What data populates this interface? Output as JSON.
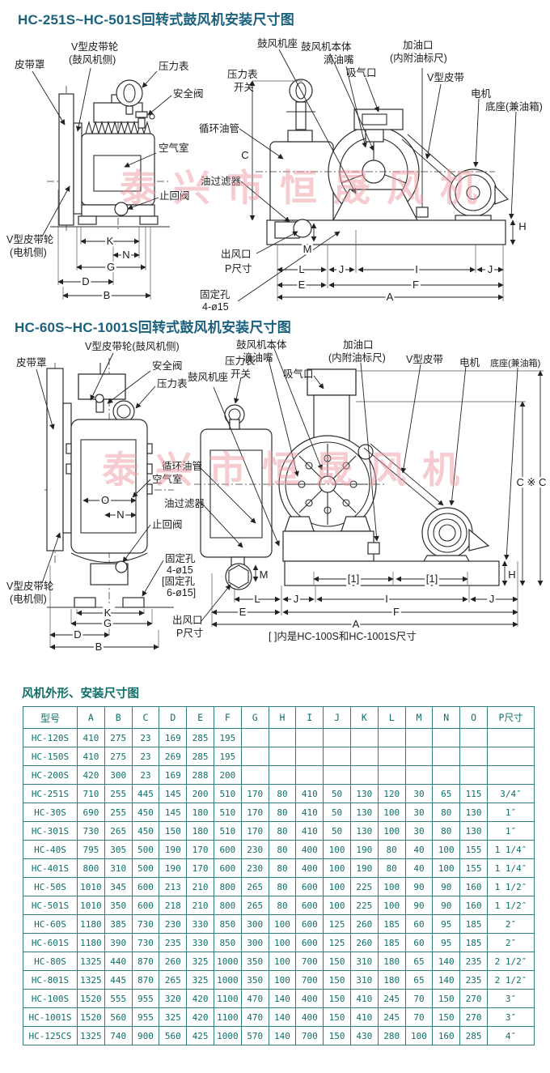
{
  "colors": {
    "title_teal": "#1a617e",
    "table_ink": "#0f6f68",
    "table_border": "#2e7d78",
    "line": "#2c2c2c",
    "watermark_pink": "#ef9aa2"
  },
  "watermark": "泰兴市恒晟风机",
  "dim_letters": {
    "A": "A",
    "B": "B",
    "C": "C",
    "D": "D",
    "E": "E",
    "F": "F",
    "G": "G",
    "H": "H",
    "I": "I",
    "J": "J",
    "K": "K",
    "L": "L",
    "M": "M",
    "N": "N",
    "O": "O"
  },
  "diagram1": {
    "title": "HC-251S~HC-501S回转式鼓风机安装尺寸图",
    "labels": {
      "belt_cover": "皮带罩",
      "v_pulley_blower": [
        "V型皮带轮",
        "(鼓风机侧)"
      ],
      "pressure_gauge": "压力表",
      "safety_valve": "安全阀",
      "air_chamber": "空气室",
      "check_valve": "止回阀",
      "v_pulley_motor": [
        "V型皮带轮",
        "(电机侧)"
      ],
      "pressure_gauge_switch": [
        "压力表",
        "开关"
      ],
      "circulating_oil_pipe": "循环油管",
      "oil_filter": "油过滤器",
      "air_outlet": [
        "出风口",
        "P尺寸"
      ],
      "fixing_holes": [
        "固定孔",
        "4-ø15"
      ],
      "blower_seat": "鼓风机座",
      "blower_body": "鼓风机本体",
      "oil_dripper": "滴油嘴",
      "suction_port": "吸气口",
      "oil_filler": [
        "加油口",
        "(内附油标尺)"
      ],
      "v_belt": "V型皮带",
      "motor": "电机",
      "base": "底座(兼油箱)"
    }
  },
  "diagram2": {
    "title": "HC-60S~HC-1001S回转式鼓风机安装尺寸图",
    "note": "[ ]内是HC-100S和HC-1001S尺寸",
    "labels": {
      "v_pulley_blower": "V型皮带轮(鼓风机侧)",
      "belt_cover": "皮带罩",
      "safety_valve": "安全阀",
      "pressure_gauge": "压力表",
      "blower_seat": "鼓风机座",
      "pressure_gauge_switch": [
        "压力表",
        "开关"
      ],
      "blower_body": "鼓风机本体",
      "oil_dripper": "滴油嘴",
      "suction_port": "吸气口",
      "oil_filler": [
        "加油口",
        "(内附油标尺)"
      ],
      "v_belt": "V型皮带",
      "motor": "电机",
      "base": "底座(兼油箱)",
      "circulating_oil_pipe": "循环油管",
      "air_chamber": "空气室",
      "check_valve": "止回阀",
      "oil_filter": "油过滤器",
      "fixing_holes": [
        "固定孔",
        "4-ø15",
        "[固定孔",
        "6-ø15]"
      ],
      "v_pulley_motor": [
        "V型皮带轮",
        "(电机侧)"
      ],
      "air_outlet": [
        "出风口",
        "P尺寸"
      ],
      "bracket_dim": "[1]",
      "c_dims": "C ※ C"
    }
  },
  "table": {
    "title": "风机外形、安装尺寸图",
    "headers": [
      "型号",
      "A",
      "B",
      "C",
      "D",
      "E",
      "F",
      "G",
      "H",
      "I",
      "J",
      "K",
      "L",
      "M",
      "N",
      "O",
      "P尺寸"
    ],
    "rows": [
      [
        "HC-120S",
        "410",
        "275",
        "23",
        "169",
        "285",
        "195",
        "",
        "",
        "",
        "",
        "",
        "",
        "",
        "",
        "",
        ""
      ],
      [
        "HC-150S",
        "410",
        "275",
        "23",
        "269",
        "285",
        "195",
        "",
        "",
        "",
        "",
        "",
        "",
        "",
        "",
        "",
        ""
      ],
      [
        "HC-200S",
        "420",
        "300",
        "23",
        "169",
        "288",
        "200",
        "",
        "",
        "",
        "",
        "",
        "",
        "",
        "",
        "",
        ""
      ],
      [
        "HC-251S",
        "710",
        "255",
        "445",
        "145",
        "200",
        "510",
        "170",
        "80",
        "410",
        "50",
        "130",
        "120",
        "30",
        "65",
        "115",
        "3/4″"
      ],
      [
        "HC-30S",
        "690",
        "255",
        "450",
        "145",
        "180",
        "510",
        "170",
        "80",
        "410",
        "50",
        "130",
        "100",
        "30",
        "80",
        "130",
        "1″"
      ],
      [
        "HC-301S",
        "730",
        "265",
        "450",
        "150",
        "180",
        "510",
        "170",
        "80",
        "410",
        "50",
        "130",
        "100",
        "30",
        "80",
        "130",
        "1″"
      ],
      [
        "HC-40S",
        "795",
        "305",
        "500",
        "190",
        "170",
        "600",
        "230",
        "80",
        "400",
        "100",
        "190",
        "80",
        "40",
        "100",
        "155",
        "1 1/4″"
      ],
      [
        "HC-401S",
        "800",
        "310",
        "500",
        "190",
        "170",
        "600",
        "230",
        "80",
        "400",
        "100",
        "190",
        "80",
        "40",
        "100",
        "155",
        "1 1/4″"
      ],
      [
        "HC-50S",
        "1010",
        "345",
        "600",
        "213",
        "210",
        "800",
        "265",
        "80",
        "600",
        "100",
        "225",
        "100",
        "90",
        "90",
        "160",
        "1 1/2″"
      ],
      [
        "HC-501S",
        "1010",
        "350",
        "600",
        "218",
        "210",
        "800",
        "265",
        "80",
        "600",
        "100",
        "225",
        "100",
        "90",
        "90",
        "160",
        "1 1/2″"
      ],
      [
        "HC-60S",
        "1180",
        "385",
        "730",
        "230",
        "330",
        "850",
        "300",
        "100",
        "600",
        "125",
        "260",
        "185",
        "60",
        "95",
        "185",
        "2″"
      ],
      [
        "HC-601S",
        "1180",
        "390",
        "730",
        "235",
        "330",
        "850",
        "300",
        "100",
        "600",
        "125",
        "260",
        "185",
        "60",
        "95",
        "185",
        "2″"
      ],
      [
        "HC-80S",
        "1325",
        "440",
        "870",
        "260",
        "325",
        "1000",
        "350",
        "100",
        "700",
        "150",
        "310",
        "180",
        "65",
        "140",
        "235",
        "2 1/2″"
      ],
      [
        "HC-801S",
        "1325",
        "445",
        "870",
        "265",
        "325",
        "1000",
        "350",
        "100",
        "700",
        "150",
        "310",
        "180",
        "65",
        "140",
        "235",
        "2 1/2″"
      ],
      [
        "HC-100S",
        "1520",
        "555",
        "955",
        "320",
        "420",
        "1100",
        "470",
        "140",
        "400",
        "150",
        "410",
        "245",
        "70",
        "150",
        "270",
        "3″"
      ],
      [
        "HC-1001S",
        "1520",
        "560",
        "955",
        "325",
        "420",
        "1100",
        "470",
        "140",
        "400",
        "150",
        "410",
        "245",
        "70",
        "150",
        "270",
        "3″"
      ],
      [
        "HC-125CS",
        "1325",
        "740",
        "900",
        "560",
        "425",
        "1000",
        "570",
        "140",
        "700",
        "150",
        "430",
        "280",
        "100",
        "160",
        "285",
        "4″"
      ]
    ]
  }
}
